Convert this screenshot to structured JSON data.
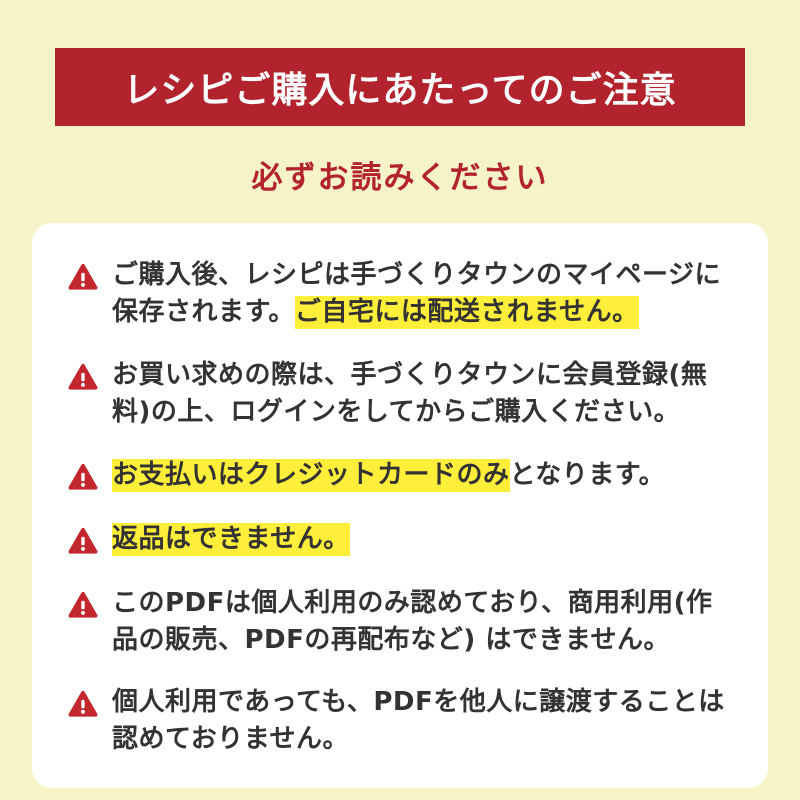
{
  "banner": {
    "title": "レシピご購入にあたってのご注意"
  },
  "subtitle": "必ずお読みください",
  "colors": {
    "page_background": "#f6f3c8",
    "banner_red": "#b2232e",
    "subtitle_red": "#b2232e",
    "card_white": "#ffffff",
    "highlight_yellow": "#ffef3a",
    "warning_icon_red": "#c1272d",
    "body_text": "#333333"
  },
  "icons": {
    "warning_icon": "red triangle with white exclamation mark"
  },
  "notices": [
    {
      "segments": [
        {
          "text": "ご購入後、レシピは手づくりタウンのマイページに保存されます。",
          "highlight": false
        },
        {
          "text": "ご自宅には配送されません。",
          "highlight": true
        }
      ]
    },
    {
      "segments": [
        {
          "text": "お買い求めの際は、手づくりタウンに会員登録(無料)の上、ログインをしてからご購入ください。",
          "highlight": false
        }
      ]
    },
    {
      "segments": [
        {
          "text": "お支払いはクレジットカードのみ",
          "highlight": true
        },
        {
          "text": "となります。",
          "highlight": false
        }
      ]
    },
    {
      "segments": [
        {
          "text": "返品はできません。",
          "highlight": true
        }
      ]
    },
    {
      "segments": [
        {
          "text": "このPDFは個人利用のみ認めており、商用利用(作品の販売、PDFの再配布など) はできません。",
          "highlight": false
        }
      ]
    },
    {
      "segments": [
        {
          "text": "個人利用であっても、PDFを他人に譲渡することは認めておりません。",
          "highlight": false
        }
      ]
    }
  ]
}
